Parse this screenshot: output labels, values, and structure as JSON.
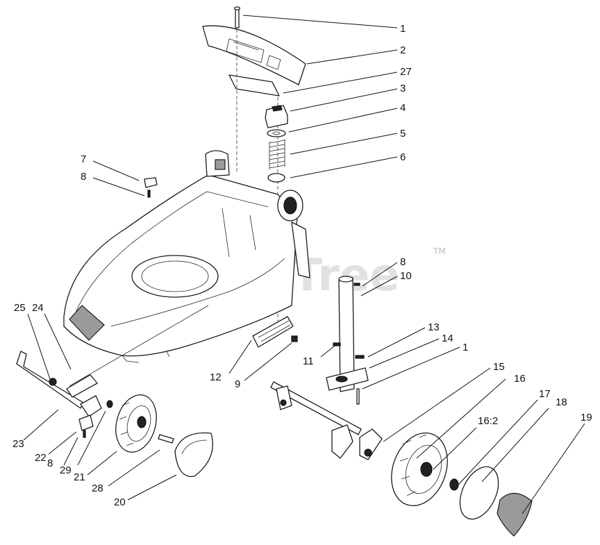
{
  "watermark": {
    "text": "PartsTree",
    "trademark": "TM"
  },
  "callouts": [
    {
      "id": "c-1a",
      "label": "1"
    },
    {
      "id": "c-2",
      "label": "2"
    },
    {
      "id": "c-27",
      "label": "27"
    },
    {
      "id": "c-3",
      "label": "3"
    },
    {
      "id": "c-4",
      "label": "4"
    },
    {
      "id": "c-5",
      "label": "5"
    },
    {
      "id": "c-6",
      "label": "6"
    },
    {
      "id": "c-7",
      "label": "7"
    },
    {
      "id": "c-8a",
      "label": "8"
    },
    {
      "id": "c-8b",
      "label": "8"
    },
    {
      "id": "c-10",
      "label": "10"
    },
    {
      "id": "c-13",
      "label": "13"
    },
    {
      "id": "c-14",
      "label": "14"
    },
    {
      "id": "c-1b",
      "label": "1"
    },
    {
      "id": "c-11",
      "label": "11"
    },
    {
      "id": "c-12",
      "label": "12"
    },
    {
      "id": "c-9",
      "label": "9"
    },
    {
      "id": "c-15",
      "label": "15"
    },
    {
      "id": "c-16",
      "label": "16"
    },
    {
      "id": "c-16-2",
      "label": "16:2"
    },
    {
      "id": "c-17",
      "label": "17"
    },
    {
      "id": "c-18",
      "label": "18"
    },
    {
      "id": "c-19",
      "label": "19"
    },
    {
      "id": "c-25",
      "label": "25"
    },
    {
      "id": "c-24",
      "label": "24"
    },
    {
      "id": "c-23",
      "label": "23"
    },
    {
      "id": "c-22",
      "label": "22"
    },
    {
      "id": "c-8c",
      "label": "8"
    },
    {
      "id": "c-29",
      "label": "29"
    },
    {
      "id": "c-21",
      "label": "21"
    },
    {
      "id": "c-28",
      "label": "28"
    },
    {
      "id": "c-20",
      "label": "20"
    }
  ]
}
